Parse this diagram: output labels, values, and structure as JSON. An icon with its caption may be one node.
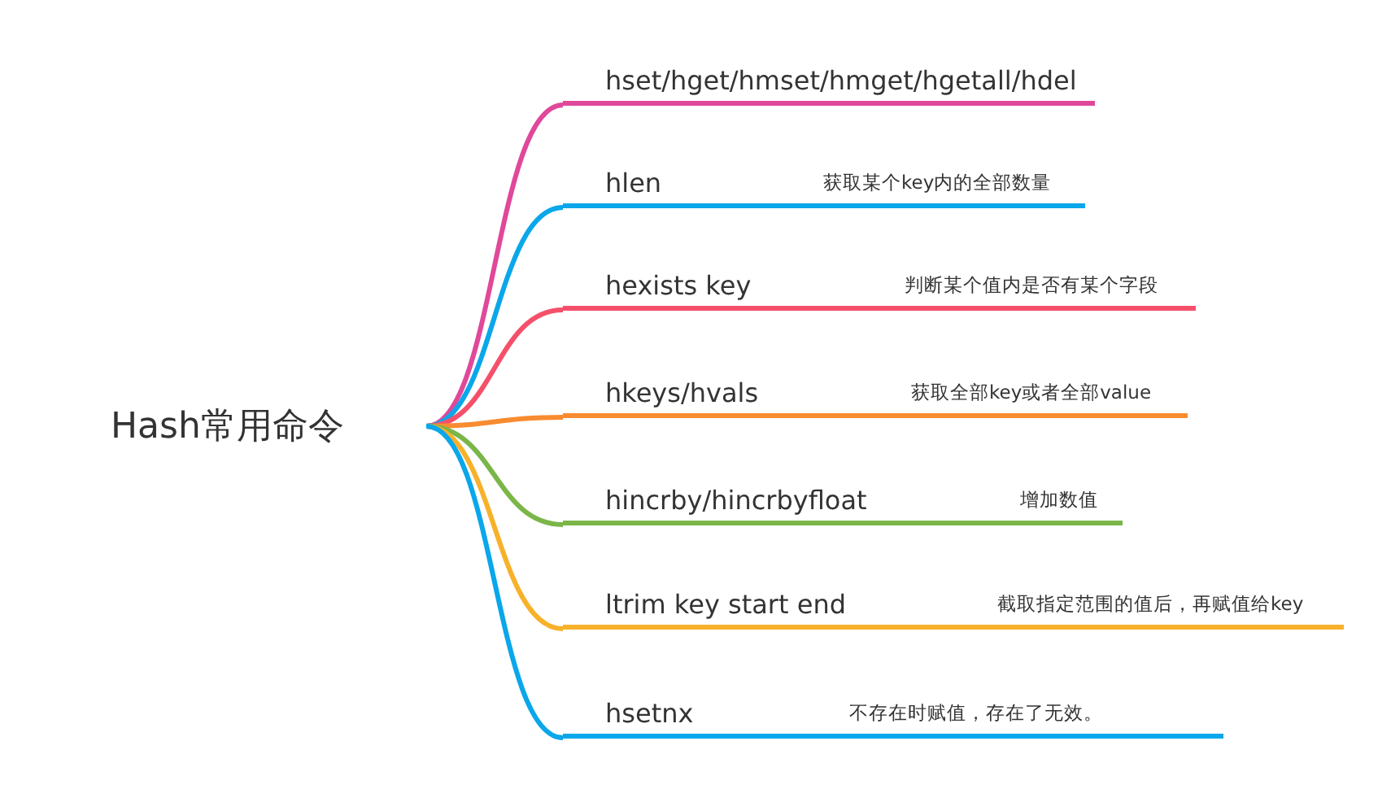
{
  "diagram": {
    "nodes": [
      {
        "text": [
          "Hash常用命令"
        ]
      },
      {
        "text": [
          "hset/hget/hmset/hmget/hgetall/hdel"
        ]
      },
      {
        "text": [
          "hlen",
          "获取某个key内的全部数量"
        ]
      },
      {
        "text": [
          "hexists key",
          "判断某个值内是否有某个字段"
        ]
      },
      {
        "text": [
          "hkeys/hvals",
          "获取全部key或者全部value"
        ]
      },
      {
        "text": [
          "hincrby/hincrbyfloat",
          "增加数值"
        ]
      },
      {
        "text": [
          "ltrim key start end",
          "截取指定范围的值后，再赋值给key"
        ]
      },
      {
        "text": [
          "hsetnx",
          "不存在时赋值，存在了无效。"
        ]
      }
    ],
    "edges": [
      {
        "from": 0,
        "to": 1,
        "arrow": "none",
        "color": "#e0489a"
      },
      {
        "from": 0,
        "to": 2,
        "arrow": "none",
        "color": "#0aa7ea"
      },
      {
        "from": 0,
        "to": 3,
        "arrow": "none",
        "color": "#f5506a"
      },
      {
        "from": 0,
        "to": 4,
        "arrow": "none",
        "color": "#f98b30"
      },
      {
        "from": 0,
        "to": 5,
        "arrow": "none",
        "color": "#7ab648"
      },
      {
        "from": 0,
        "to": 6,
        "arrow": "none",
        "color": "#f7b12a"
      },
      {
        "from": 0,
        "to": 7,
        "arrow": "none",
        "color": "#0aa7ea"
      }
    ]
  }
}
